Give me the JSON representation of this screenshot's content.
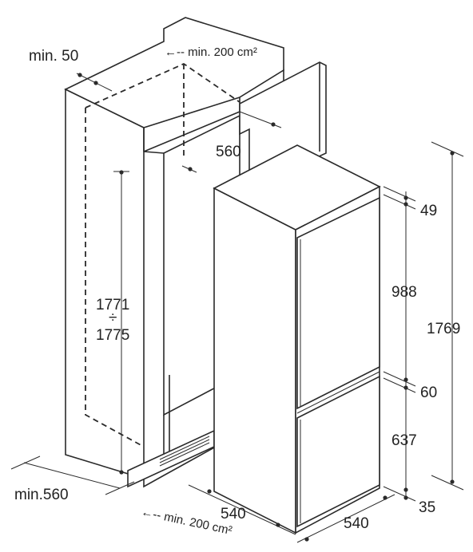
{
  "labels": {
    "min_50": "min. 50",
    "vent_top": "←-- min. 200 cm²",
    "width_560": "560",
    "height_1771": "1771",
    "div_symbol": "÷",
    "height_1775": "1775",
    "min_560": "min.560",
    "vent_bottom": "←-- min. 200 cm²",
    "depth_540": "540",
    "width_540": "540",
    "dim_49": "49",
    "dim_988": "988",
    "dim_60": "60",
    "dim_637": "637",
    "dim_35": "35",
    "total_1769": "1769"
  },
  "colors": {
    "line": "#2a2a2a",
    "background": "#ffffff",
    "text": "#222222"
  }
}
